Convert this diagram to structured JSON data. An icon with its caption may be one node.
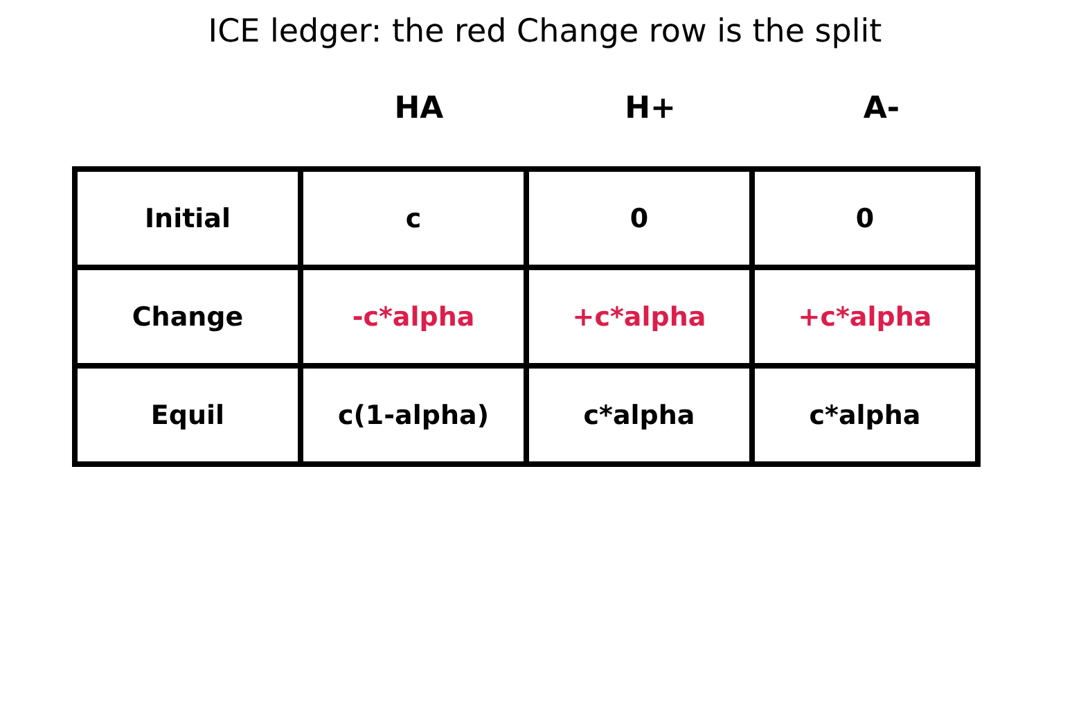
{
  "diagram": {
    "title": "ICE ledger: the red Change row is the split",
    "labels": [
      "HA",
      "H+",
      "A-",
      "Initial",
      "c",
      "0",
      "0",
      "Change",
      "-c*alpha",
      "+c*alpha",
      "+c*alpha",
      "Equil",
      "c(1-alpha)",
      "c*alpha",
      "c*alpha"
    ]
  }
}
